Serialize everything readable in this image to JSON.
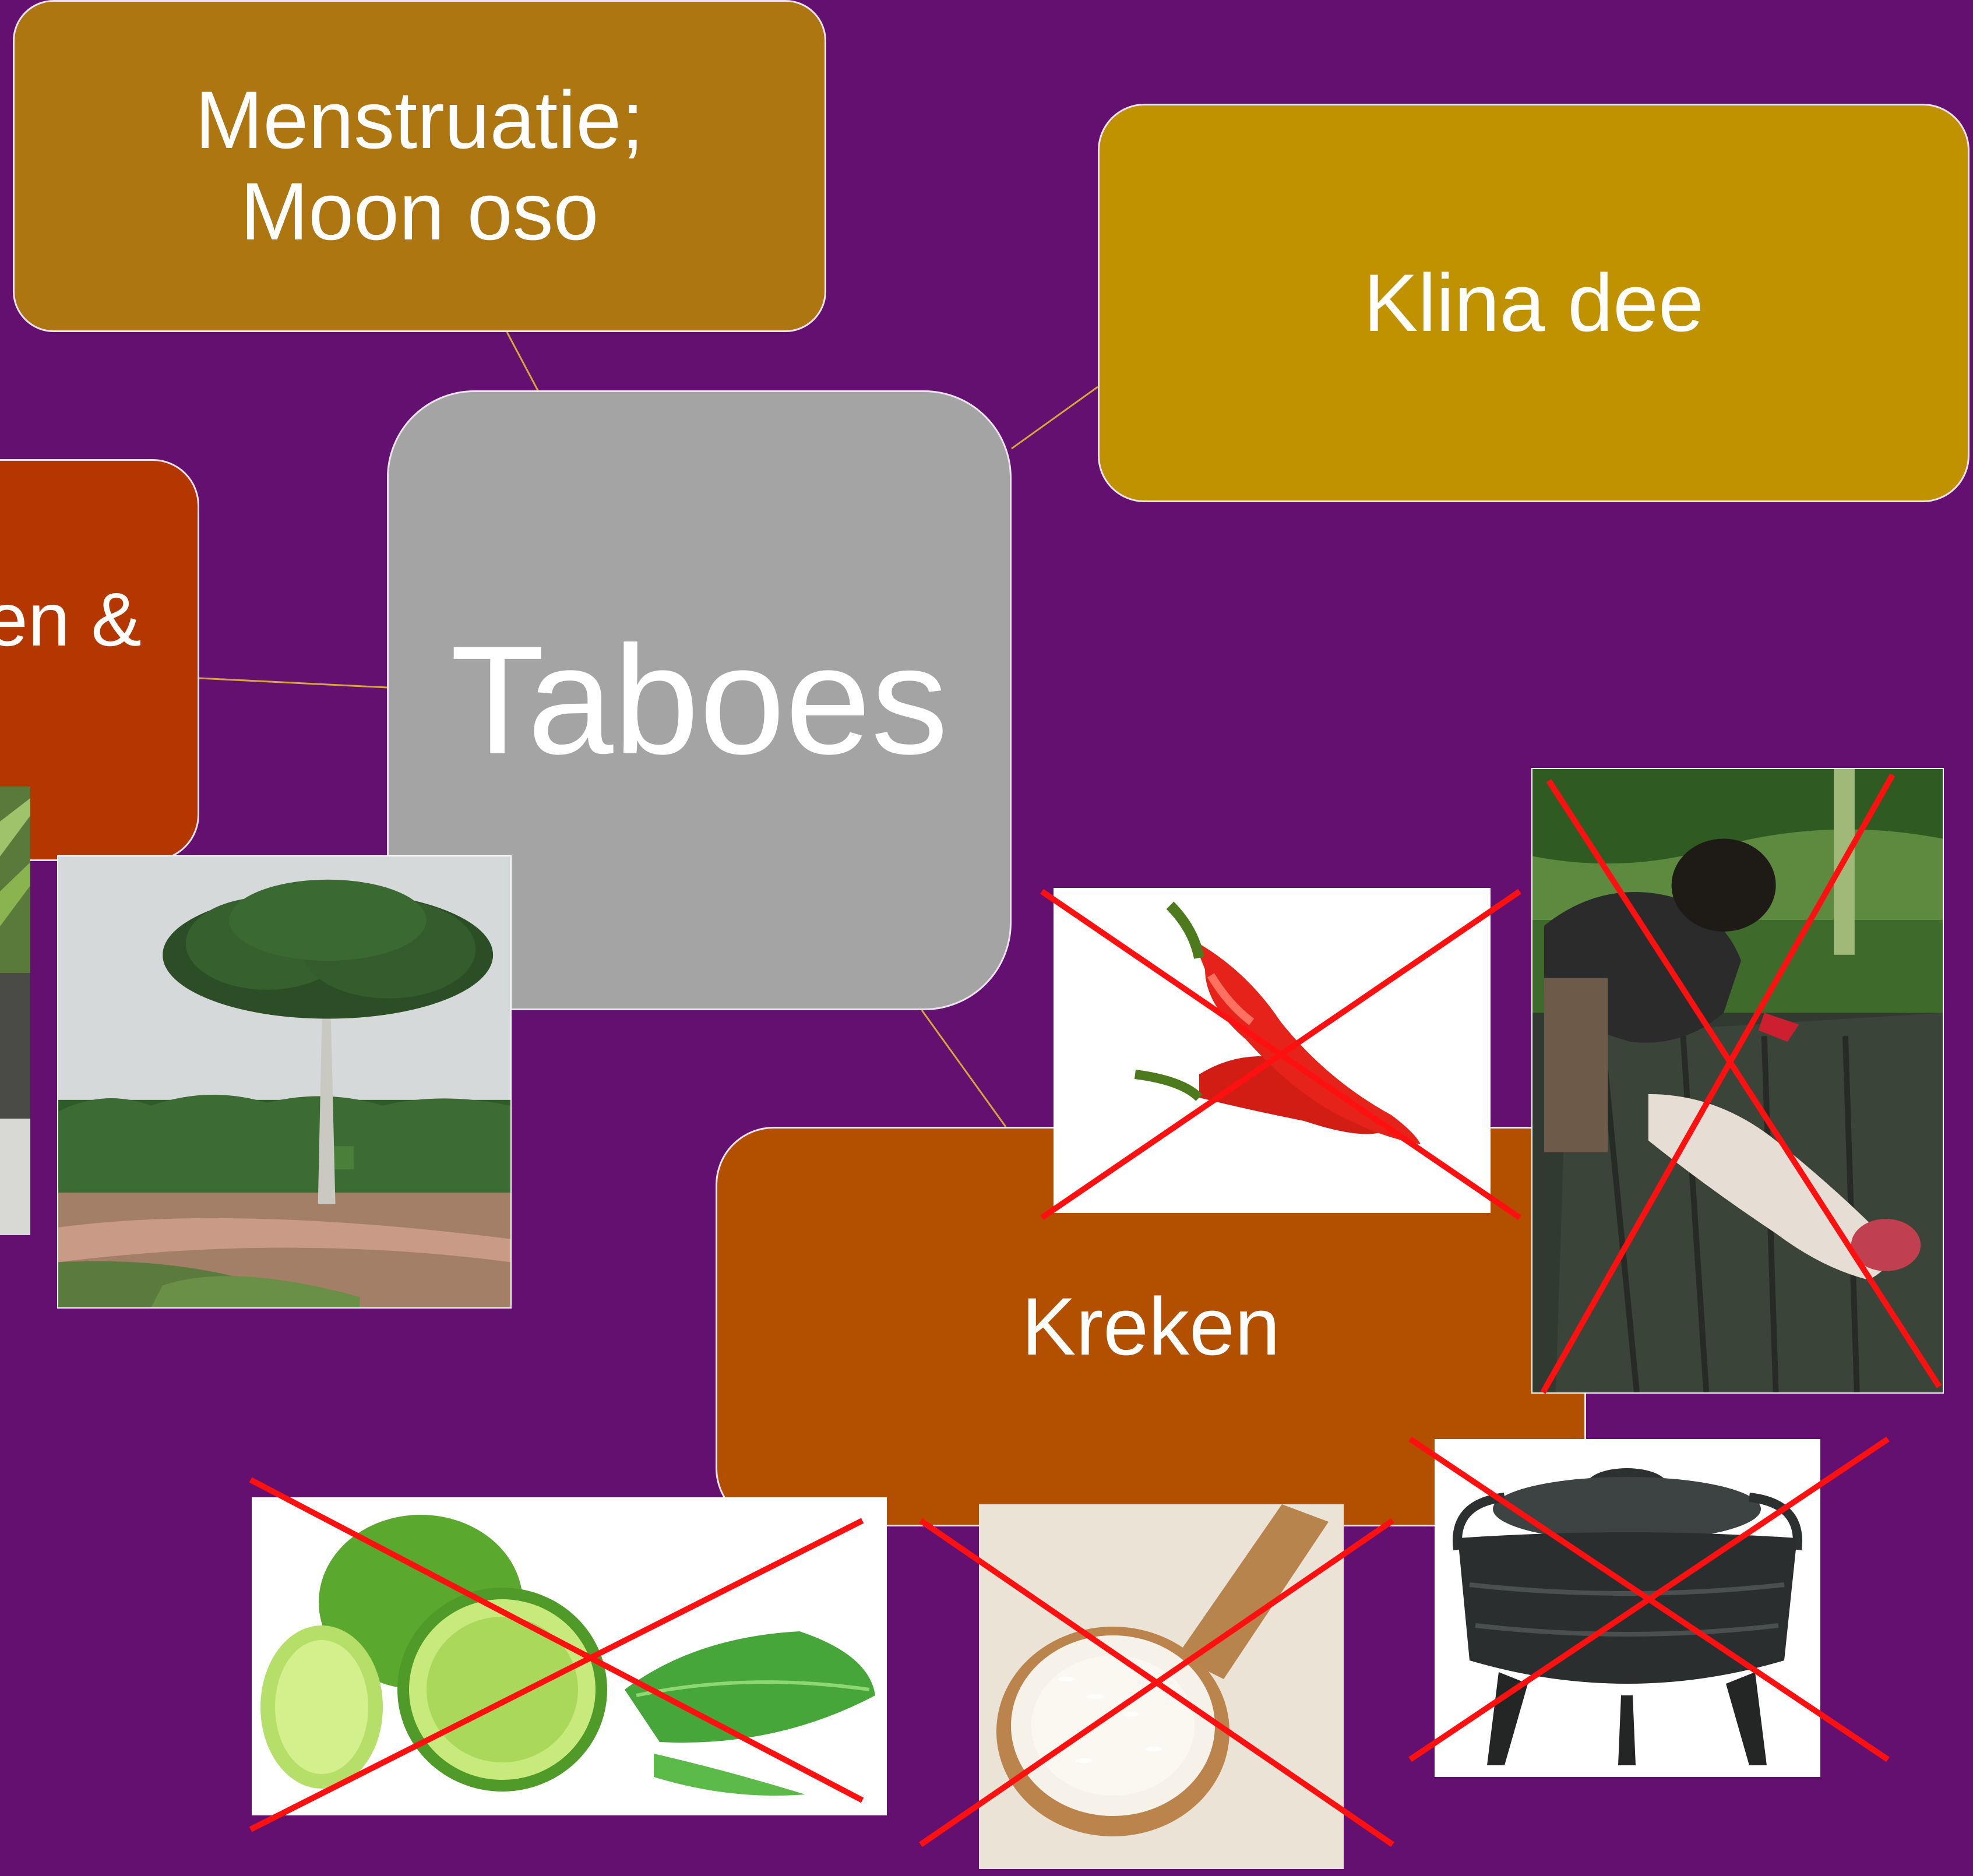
{
  "diagram": {
    "center": {
      "label": "Taboes"
    },
    "nodes": [
      {
        "id": "menstruatie",
        "lines": [
          "Menstruatie;",
          "Moon oso"
        ]
      },
      {
        "id": "klinadee",
        "lines": [
          "Klina dee"
        ]
      },
      {
        "id": "left",
        "lines": [
          "en &"
        ]
      },
      {
        "id": "kreken",
        "lines": [
          "Kreken"
        ]
      }
    ]
  },
  "colors": {
    "background": "#631070",
    "center": "#a4a4a4",
    "menstruatie": "#ad7611",
    "klinadee": "#c19200",
    "left": "#b53700",
    "kreken": "#b35000",
    "connector": "#d9a43a",
    "cross": "#ff1010"
  },
  "images": [
    {
      "id": "kapok-tree",
      "crossed": false
    },
    {
      "id": "palm-leaves",
      "crossed": false
    },
    {
      "id": "red-peppers",
      "crossed": true
    },
    {
      "id": "paca-butchering",
      "crossed": true
    },
    {
      "id": "limes",
      "crossed": true
    },
    {
      "id": "rice-spoon",
      "crossed": true
    },
    {
      "id": "cast-iron-pot",
      "crossed": true
    }
  ]
}
